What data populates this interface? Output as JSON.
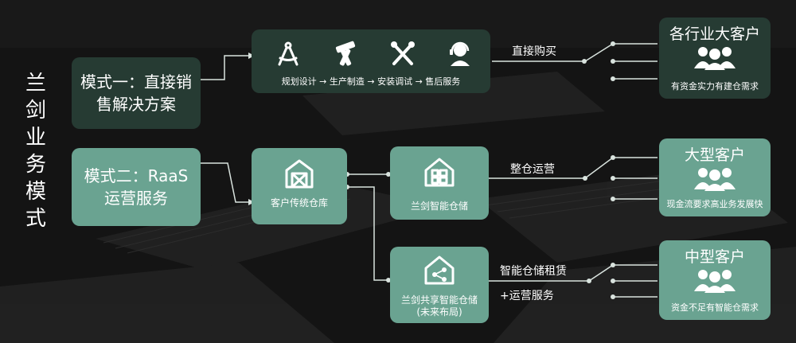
{
  "title_chars": [
    "兰",
    "剑",
    "业",
    "务",
    "模",
    "式"
  ],
  "mode1": {
    "line1": "模式一：直接销",
    "line2": "售解决方案"
  },
  "mode2": {
    "line1": "模式二：RaaS",
    "line2": "运营服务"
  },
  "process": {
    "steps": [
      {
        "label": "规划设计",
        "icon": "compass-icon"
      },
      {
        "label": "生产制造",
        "icon": "hammer-wrench-icon"
      },
      {
        "label": "安装调试",
        "icon": "wrench-screwdriver-icon"
      },
      {
        "label": "售后服务",
        "icon": "headset-support-icon"
      }
    ],
    "caption": "规划设计 → 生产制造 → 安装调试 → 售后服务"
  },
  "traditional_warehouse": {
    "label": "客户传统仓库",
    "icon": "barn-icon"
  },
  "smart_warehouse": {
    "label": "兰剑智能仓储",
    "icon": "smart-home-grid-icon"
  },
  "shared_warehouse": {
    "line1": "兰剑共享智能仓储",
    "line2": "(未来布局)",
    "icon": "share-home-icon"
  },
  "edges": {
    "direct_purchase": "直接购买",
    "overall_operation": "整仓运营",
    "rental_line1": "智能仓储租赁",
    "rental_line2": "+运营服务"
  },
  "customers": [
    {
      "title": "各行业大客户",
      "subtitle": "有资金实力有建仓需求"
    },
    {
      "title": "大型客户",
      "subtitle": "现金流要求高业务发展快"
    },
    {
      "title": "中型客户",
      "subtitle": "资金不足有智能仓需求"
    }
  ],
  "colors": {
    "dark_box": "#263b33",
    "light_box": "#6aa391",
    "line": "#d9e3de",
    "background": "#141414"
  }
}
